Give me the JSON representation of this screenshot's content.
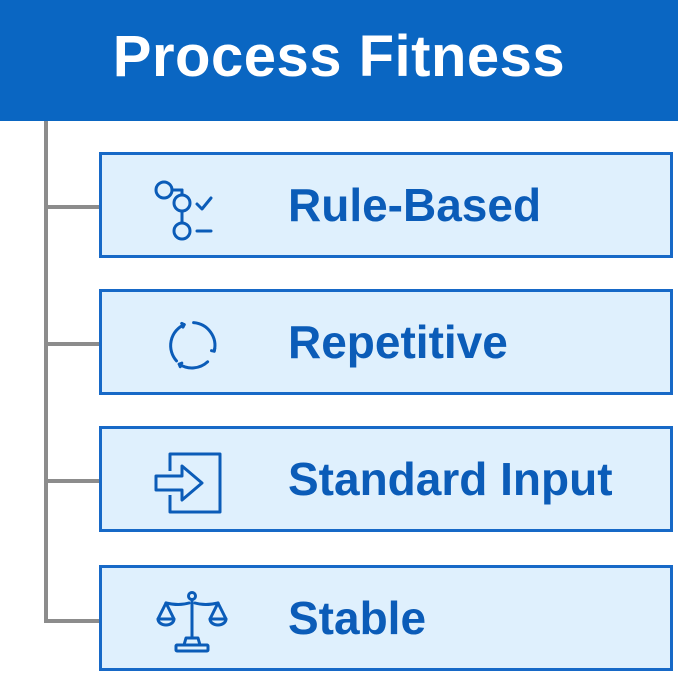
{
  "header": {
    "title": "Process Fitness"
  },
  "colors": {
    "header_bg": "#0a66c2",
    "item_bg": "#dff0fd",
    "item_border": "#1769c7",
    "item_text": "#0b5cb8",
    "connector": "#8c8c8c"
  },
  "items": [
    {
      "label": "Rule-Based",
      "icon": "flow-checklist-icon"
    },
    {
      "label": "Repetitive",
      "icon": "cycle-arrows-icon"
    },
    {
      "label": "Standard Input",
      "icon": "input-arrow-icon"
    },
    {
      "label": "Stable",
      "icon": "balance-scale-icon"
    }
  ]
}
